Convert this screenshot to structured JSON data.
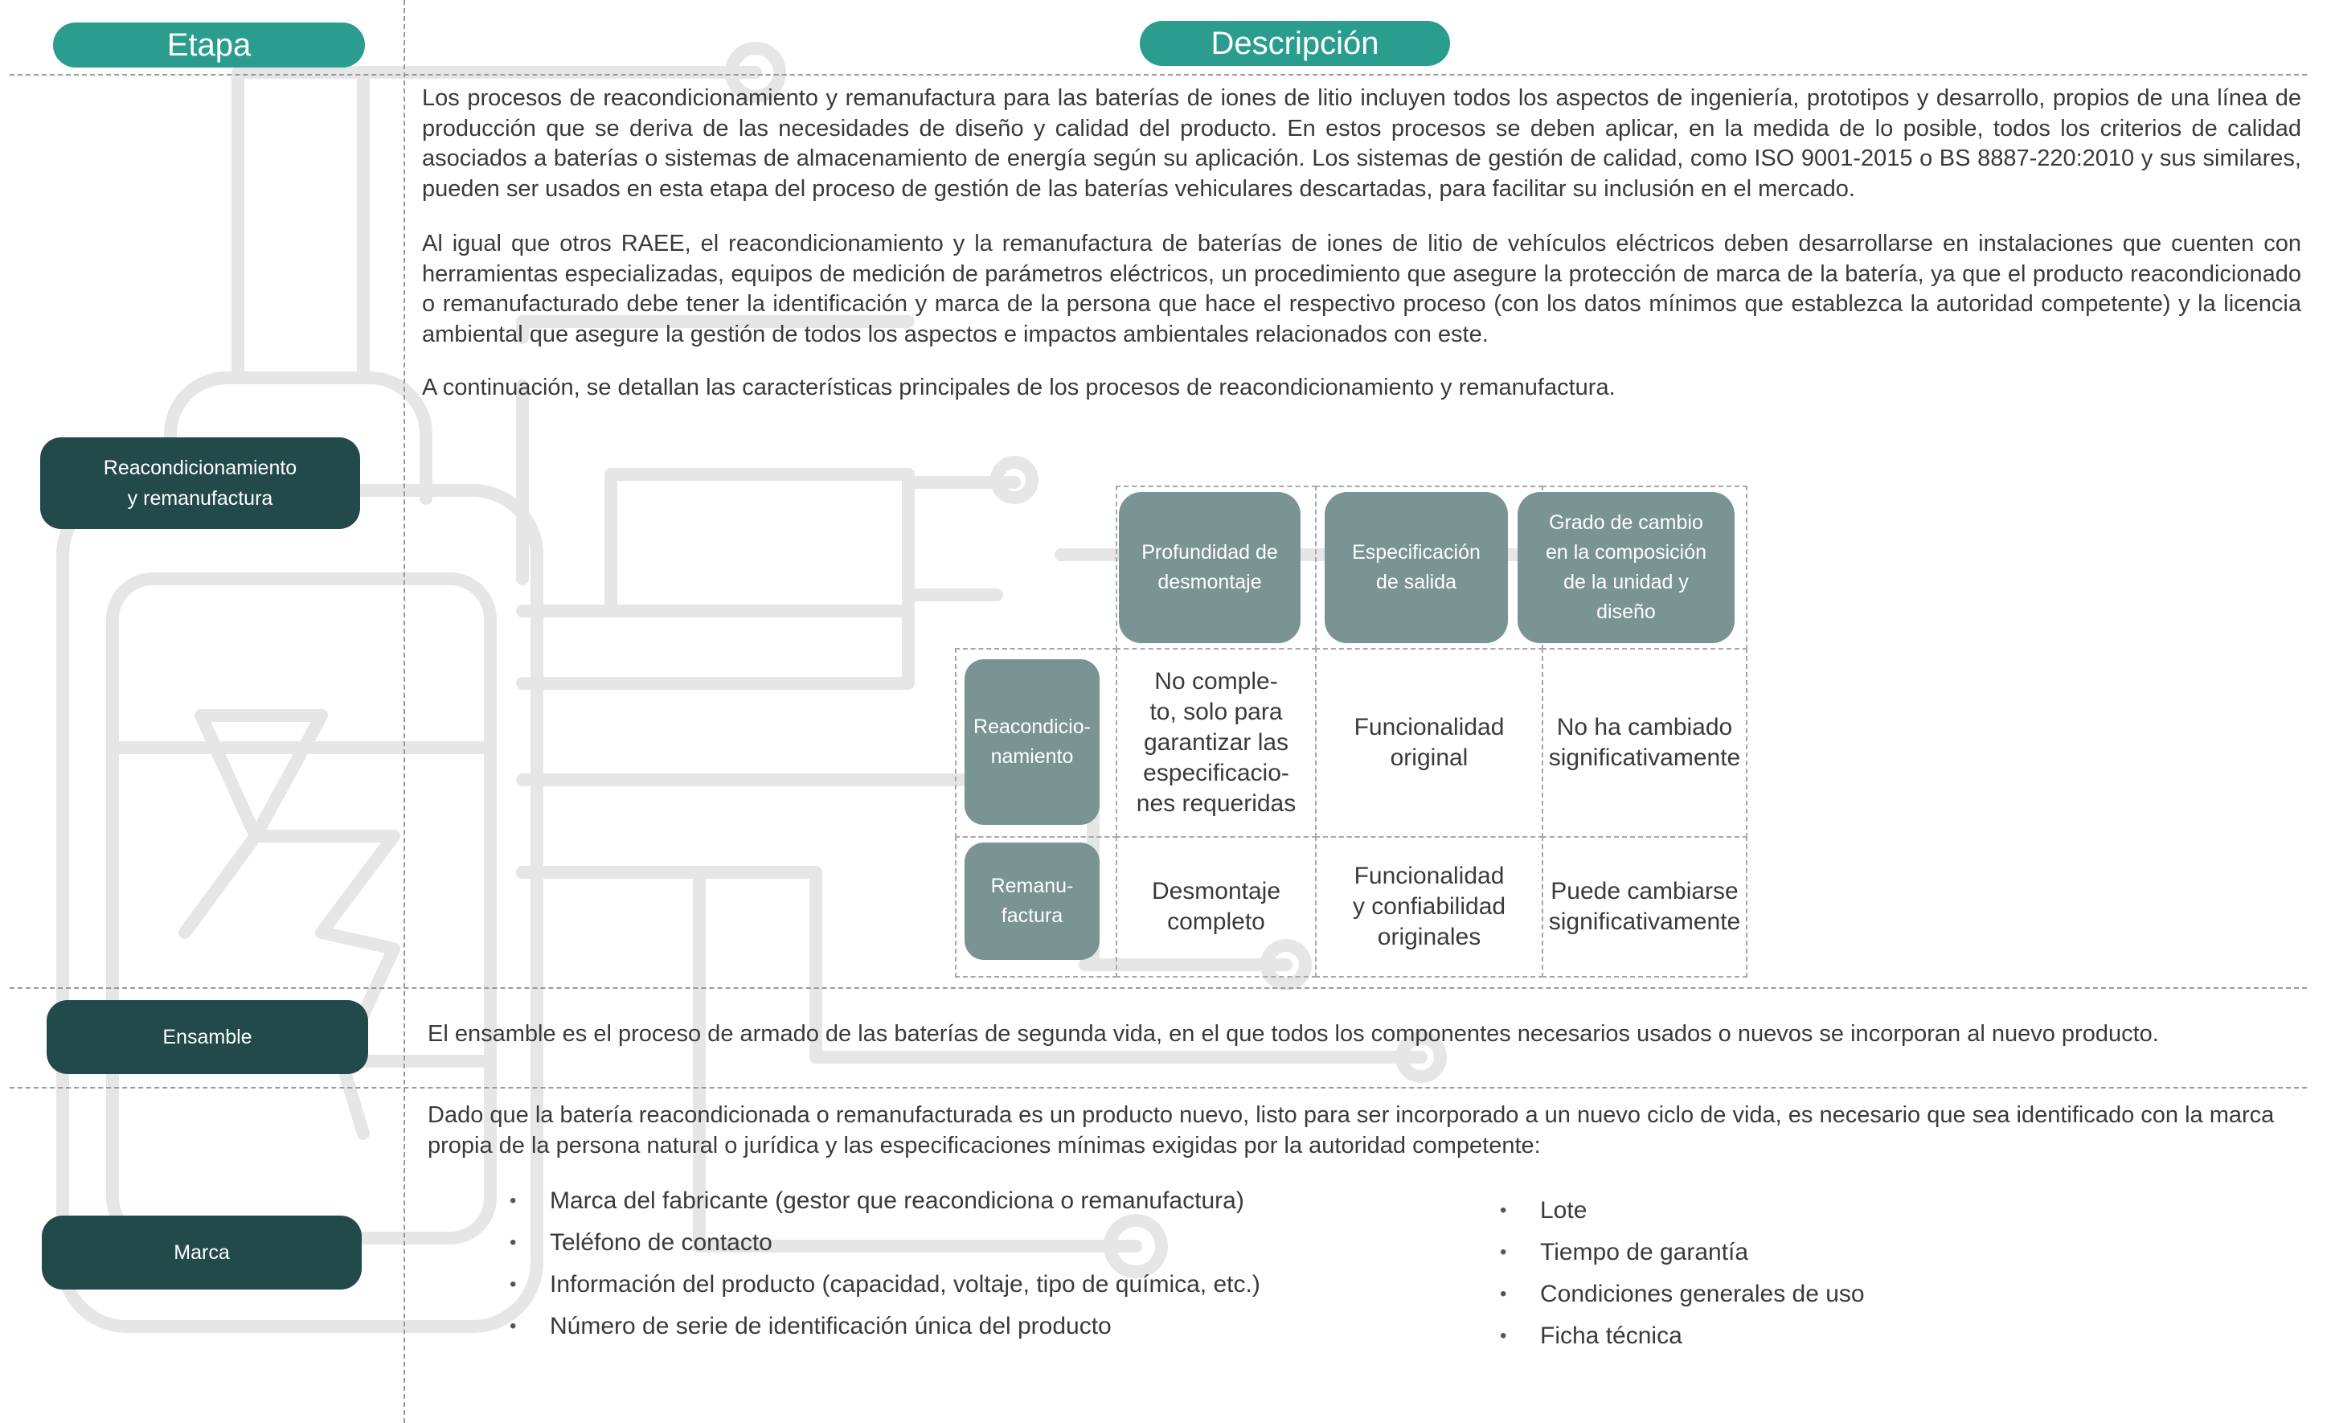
{
  "headers": {
    "stage": "Etapa",
    "description": "Descripción"
  },
  "stages": {
    "reconditioning": "Reacondicionamiento\ny remanufactura",
    "assembly": "Ensamble",
    "brand": "Marca"
  },
  "reconditioning_section": {
    "paragraph_1": "Los procesos de reacondicionamiento y remanufactura para las baterías de iones de litio incluyen todos los aspectos de ingeniería, prototipos y desarrollo, propios de una línea de producción que se deriva de las necesidades de diseño y calidad del producto. En estos procesos se deben aplicar, en la medida de lo posible, todos los criterios de calidad asociados a baterías o sistemas de almacenamiento de energía según su aplicación. Los sistemas de gestión de calidad, como ISO 9001-2015 o BS 8887-220:2010 y sus similares, pueden ser usados en esta etapa del proceso de gestión de las baterías vehiculares descartadas, para facilitar su inclusión en el mercado.",
    "paragraph_2": "Al igual que otros RAEE, el reacondicionamiento y la remanufactura de baterías de iones de litio de vehículos eléctricos deben desarrollarse en instalaciones que cuenten con herramientas especializadas, equipos de medición de parámetros eléctricos, un procedimiento que asegure la protección de marca de la batería, ya que el producto reacondicionado o remanufacturado debe tener la identificación y marca de la persona que hace el respectivo proceso (con los datos mínimos que establezca la autoridad competente) y la licencia ambiental que asegure la gestión de todos los aspectos e impactos ambientales relacionados con este.",
    "paragraph_3": "A continuación, se detallan las características principales de los procesos de reacondicionamiento y remanufactura."
  },
  "comparison_table": {
    "column_headers": [
      "Profundidad de\ndesmontaje",
      "Especificación\nde salida",
      "Grado de cambio\nen la composición\nde la unidad y\ndiseño"
    ],
    "rows": [
      {
        "label": "Reacondicio-\nnamiento",
        "cells": [
          "No comple-\nto, solo para\ngarantizar las\nespecificacio-\nnes requeridas",
          "Funcionalidad\noriginal",
          "No ha cambiado\nsignificativamente"
        ]
      },
      {
        "label": "Remanu-\nfactura",
        "cells": [
          "Desmontaje\ncompleto",
          "Funcionalidad\ny confiabilidad\noriginales",
          "Puede cambiarse\nsignificativamente"
        ]
      }
    ]
  },
  "assembly_section": {
    "paragraph": "El ensamble es el proceso de armado de las baterías de segunda vida, en el que todos los componentes necesarios usados o nuevos se incorporan al nuevo producto."
  },
  "brand_section": {
    "paragraph": "Dado que la batería reacondicionada o remanufacturada es un producto nuevo, listo para ser incorporado a un nuevo ciclo de vida, es necesario que sea identificado con la marca propia de la persona natural o jurídica y las especificaciones mínimas exigidas por la autoridad competente:",
    "list_left": [
      "Marca del fabricante (gestor que reacondiciona o remanufactura)",
      "Teléfono de contacto",
      "Información del producto (capacidad, voltaje, tipo de química, etc.)",
      "Número de serie de identificación única del producto"
    ],
    "list_right": [
      "Lote",
      "Tiempo de garantía",
      "Condiciones generales de uso",
      "Ficha técnica"
    ]
  }
}
